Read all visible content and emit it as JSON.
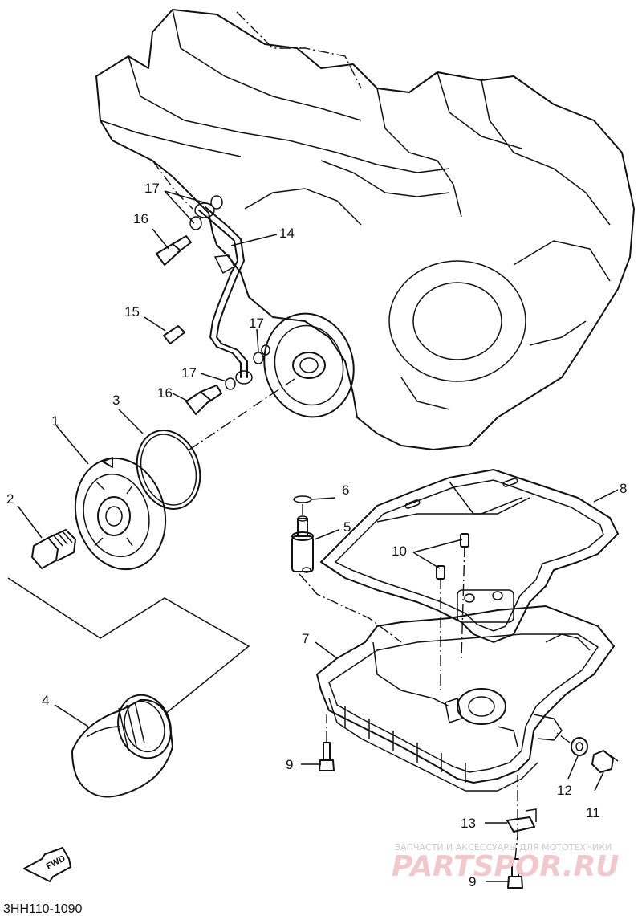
{
  "callouts": {
    "p1": "1",
    "p2": "2",
    "p3": "3",
    "p4": "4",
    "p5": "5",
    "p6": "6",
    "p7": "7",
    "p8": "8",
    "p9a": "9",
    "p9b": "9",
    "p10": "10",
    "p11": "11",
    "p12": "12",
    "p13": "13",
    "p14": "14",
    "p15": "15",
    "p16a": "16",
    "p16b": "16",
    "p17a": "17",
    "p17b": "17",
    "p17c": "17"
  },
  "fwd_label": "FWD",
  "diagram_code": "3HH110-1090",
  "watermark": {
    "tagline": "ЗАПЧАСТИ И АКСЕССУАРЫ ДЛЯ МОТОТЕХНИКИ",
    "brand": "PARTSPOR.RU"
  }
}
